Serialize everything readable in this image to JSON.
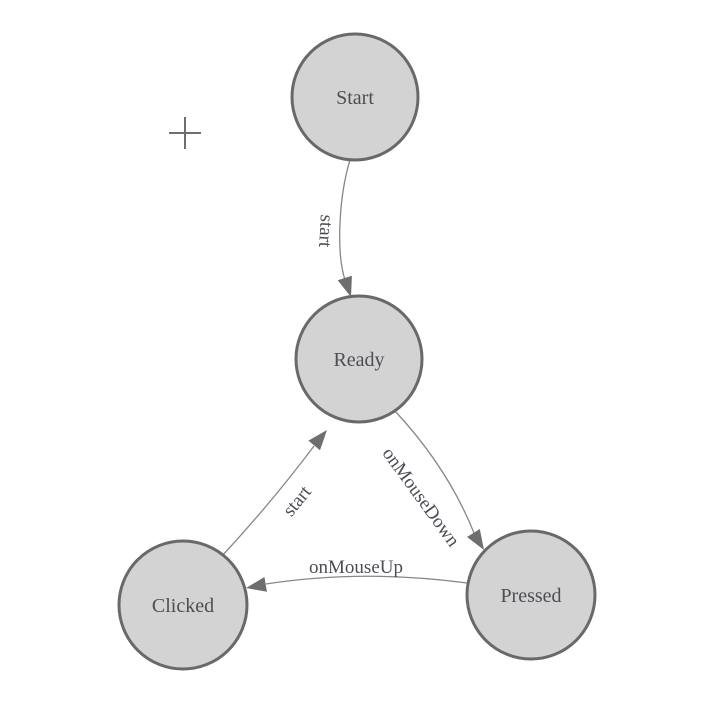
{
  "canvas": {
    "background_color": "#ffffff",
    "node_fill_color": "#d3d3d3",
    "node_border_color": "#696969",
    "edge_line_color": "#878787",
    "arrow_fill_color": "#6e6e6e",
    "text_color": "#4d4d55"
  },
  "diagram": {
    "type": "state-machine",
    "nodes": [
      {
        "id": "start",
        "label": "Start"
      },
      {
        "id": "ready",
        "label": "Ready"
      },
      {
        "id": "clicked",
        "label": "Clicked"
      },
      {
        "id": "pressed",
        "label": "Pressed"
      }
    ],
    "edges": [
      {
        "from": "Start",
        "to": "Ready",
        "label": "start"
      },
      {
        "from": "Clicked",
        "to": "Ready",
        "label": "start"
      },
      {
        "from": "Ready",
        "to": "Pressed",
        "label": "onMouseDown"
      },
      {
        "from": "Pressed",
        "to": "Clicked",
        "label": "onMouseUp"
      }
    ],
    "markers": [
      {
        "id": "crosshair",
        "glyph": "plus-crosshair"
      }
    ]
  }
}
